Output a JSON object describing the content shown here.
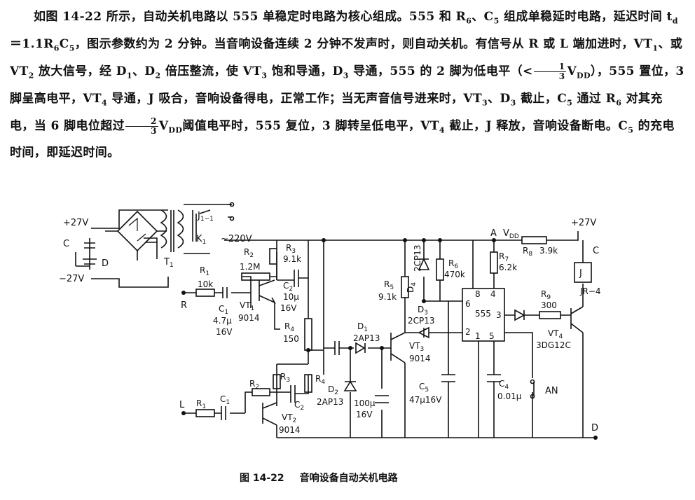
{
  "paragraph": {
    "s1": "如图 14-22 所示，自动关机电路以 555 单稳定时电路为核心组成。555 和 R",
    "s1b": "、C",
    "s1c": " 组成单稳延时电路，延迟时间 t",
    "s1d": "＝1.1R",
    "s1e": "C",
    "s1f": "，图示参数约为 2 分钟。当音响设备连续 2 分钟不发声时，则自动关机。有信号从 R 或 L 端加进时，VT",
    "s2": "、或 VT",
    "s2b": " 放大信号，经 D",
    "s2c": "、D",
    "s2d": " 倍压整流，使 VT",
    "s2e": " 饱和导通，D",
    "s2f": " 导通，555 的 2 脚为低电平（<",
    "s2g": "V",
    "s2h": "），555 置位，3 脚呈高电平，VT",
    "s3": " 导通，J 吸合，音响设备得电，正常工作；当无声音信号进来时，VT",
    "s3b": "、D",
    "s3c": " 截止，C",
    "s3d": " 通过 R",
    "s3e": " 对其充电，当 6 脚电位超过",
    "s3f": "V",
    "s3g": "阈值电平时，555 复位，3 脚转呈低电平，VT",
    "s3h": " 截止，J 释放，音响设备断电。C",
    "s3i": " 的充电时间，即延迟时间。",
    "sub5": "5",
    "sub6": "6",
    "subd": "d",
    "sub1": "1",
    "sub2": "2",
    "sub3": "3",
    "sub4": "4",
    "subdd": "DD",
    "frac1_num": "1",
    "frac1_den": "3",
    "frac2_num": "2",
    "frac2_den": "3"
  },
  "schematic": {
    "labels": {
      "p27v_left": "+27V",
      "c_left": "C",
      "d_left": "D",
      "m27v_left": "−27V",
      "t1": "T",
      "t1_sub": "1",
      "j11": "J",
      "j11_sub": "1−1",
      "k1": "K",
      "k1_sub": "1",
      "ac220": "~220V",
      "r1": "R",
      "r1_sub": "1",
      "r1_val": "10k",
      "r_in": "R",
      "c1": "C",
      "c1_sub": "1",
      "c1_val": "4.7μ",
      "c1_volt": "16V",
      "r2": "R",
      "r2_sub": "2",
      "r2_val": "1.2M",
      "r3": "R",
      "r3_sub": "3",
      "r3_val": "9.1k",
      "c2": "C",
      "c2_sub": "2",
      "c2_val": "10μ",
      "c2_volt": "16V",
      "vt1": "VT",
      "vt1_sub": "1",
      "vt1_model": "9014",
      "r4": "R",
      "r4_sub": "4",
      "r4_val": "150",
      "r4p": "R",
      "r4p_sub": "4",
      "r3p": "R",
      "r3p_sub": "3",
      "r2p": "R",
      "r2p_sub": "2",
      "c2p": "C",
      "c2p_sub": "2",
      "l_in": "L",
      "r1p": "R",
      "r1p_sub": "1",
      "c1p": "C",
      "c1p_sub": "1",
      "vt2": "VT",
      "vt2_sub": "2",
      "vt2_model": "9014",
      "d1": "D",
      "d1_sub": "1",
      "d1_model": "2AP13",
      "d2": "D",
      "d2_sub": "2",
      "d2_model": "2AP13",
      "c100": "100μ",
      "c100_volt": "16V",
      "r5": "R",
      "r5_sub": "5",
      "r5_val": "9.1k",
      "d4": "D",
      "d4_sub": "4",
      "d4_model": "2CP13",
      "r6": "R",
      "r6_sub": "6",
      "r6_val": "470k",
      "d3": "D",
      "d3_sub": "3",
      "d3_model": "2CP13",
      "vt3": "VT",
      "vt3_sub": "3",
      "vt3_model": "9014",
      "c5": "C",
      "c5_sub": "5",
      "c5_val": "47μ16V",
      "node_a": "A",
      "vdd": "V",
      "vdd_sub": "DD",
      "r7": "R",
      "r7_sub": "7",
      "r7_val": "6.2k",
      "r8": "R",
      "r8_sub": "8",
      "r8_val": "3.9k",
      "p27v_right": "+27V",
      "c_right": "C",
      "relay": "J",
      "relay_model": "JR−4",
      "r9": "R",
      "r9_sub": "9",
      "r9_val": "300",
      "vt4": "VT",
      "vt4_sub": "4",
      "vt4_model": "3DG12C",
      "c4": "C",
      "c4_sub": "4",
      "c4_val": "0.01μ",
      "an": "AN",
      "d_right": "D",
      "ic": "555",
      "pin8": "8",
      "pin4": "4",
      "pin6": "6",
      "pin3": "3",
      "pin2": "2",
      "pin1": "1",
      "pin5": "5"
    }
  },
  "caption": {
    "figure_no": "图 14-22",
    "title": "音响设备自动关机电路"
  }
}
